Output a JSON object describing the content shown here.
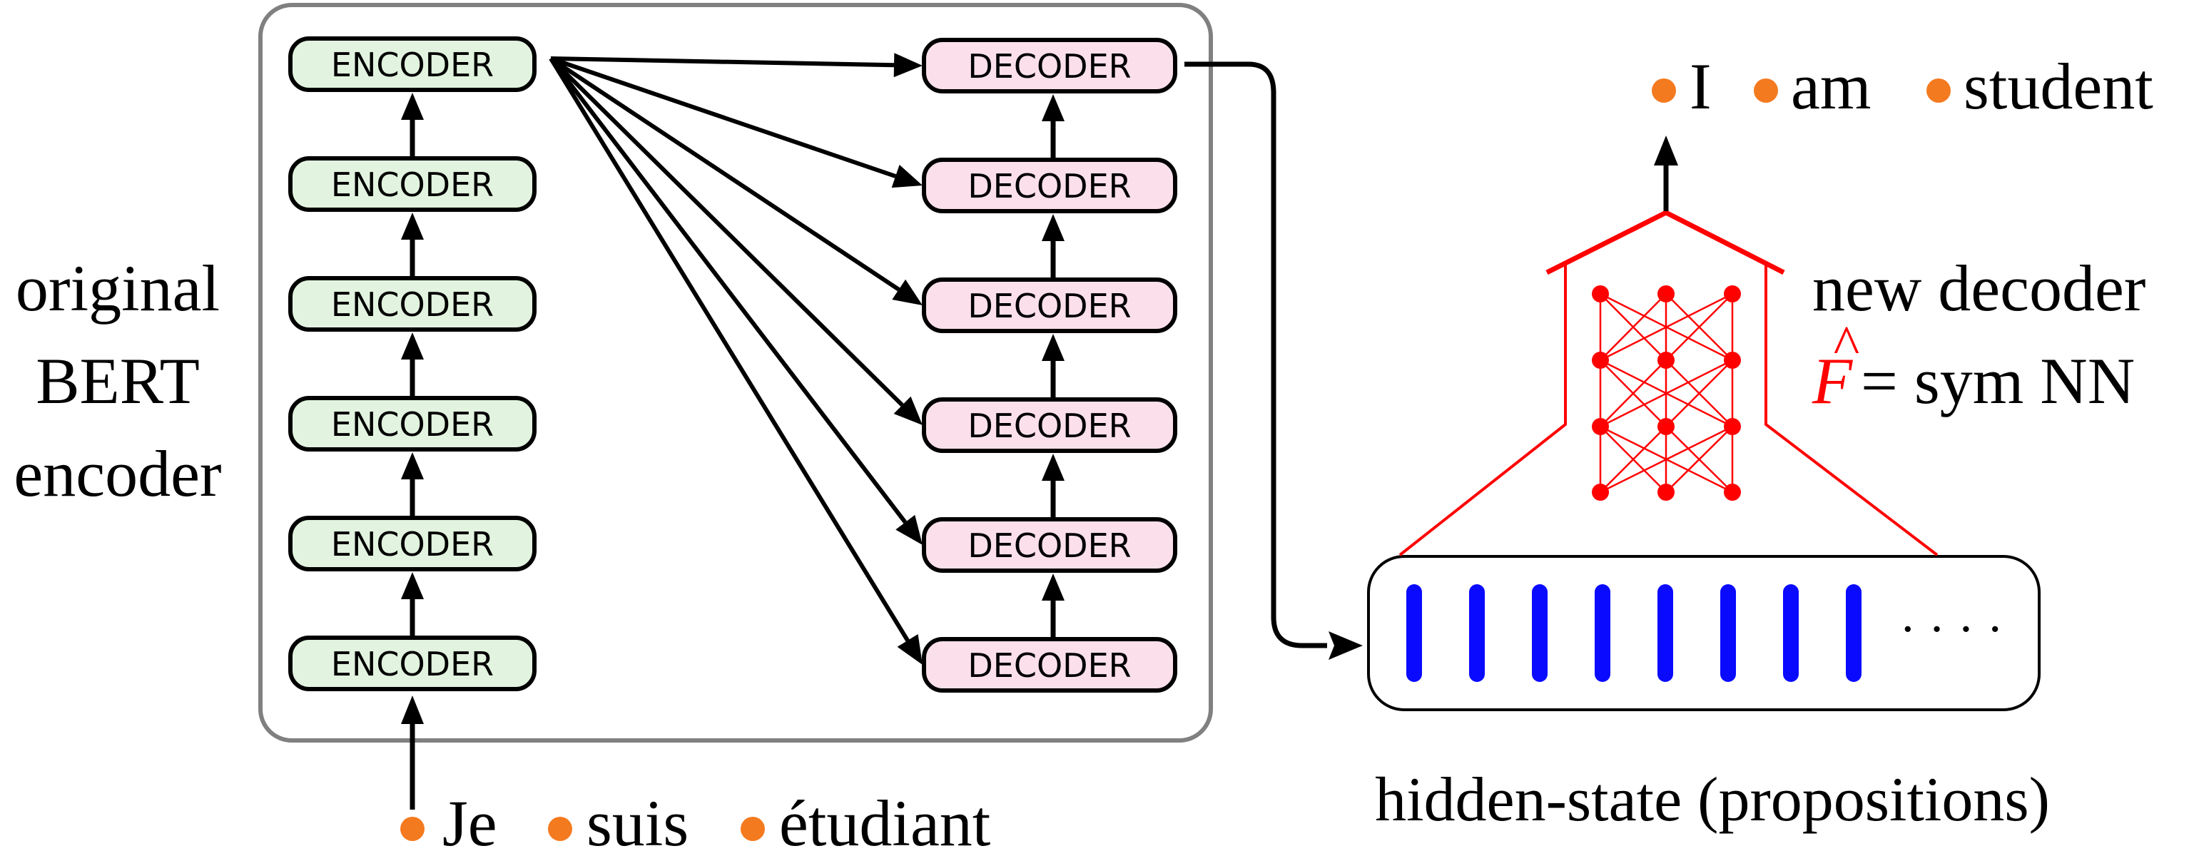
{
  "left_label": {
    "line1": "original",
    "line2": "BERT",
    "line3": "encoder"
  },
  "encoder": {
    "label": "ENCODER",
    "count": 6
  },
  "decoder": {
    "label": "DECODER",
    "count": 6
  },
  "input_tokens": [
    "Je",
    "suis",
    "étudiant"
  ],
  "output_tokens": [
    "I",
    "am",
    "student"
  ],
  "new_decoder": {
    "line1": "new decoder",
    "f_symbol": "F",
    "f_hat": "^",
    "line2_rest": "= sym NN"
  },
  "hidden_state": {
    "label": "hidden-state (propositions)",
    "bar_count": 8,
    "ellipsis": "· · · ·"
  },
  "colors": {
    "encoder_fill": "#e2f4df",
    "decoder_fill": "#fbe0ec",
    "token_dot": "#f47a1f",
    "network_red": "#ff0000",
    "bar_blue": "#0a0aff",
    "outer_box_stroke": "#808080"
  }
}
